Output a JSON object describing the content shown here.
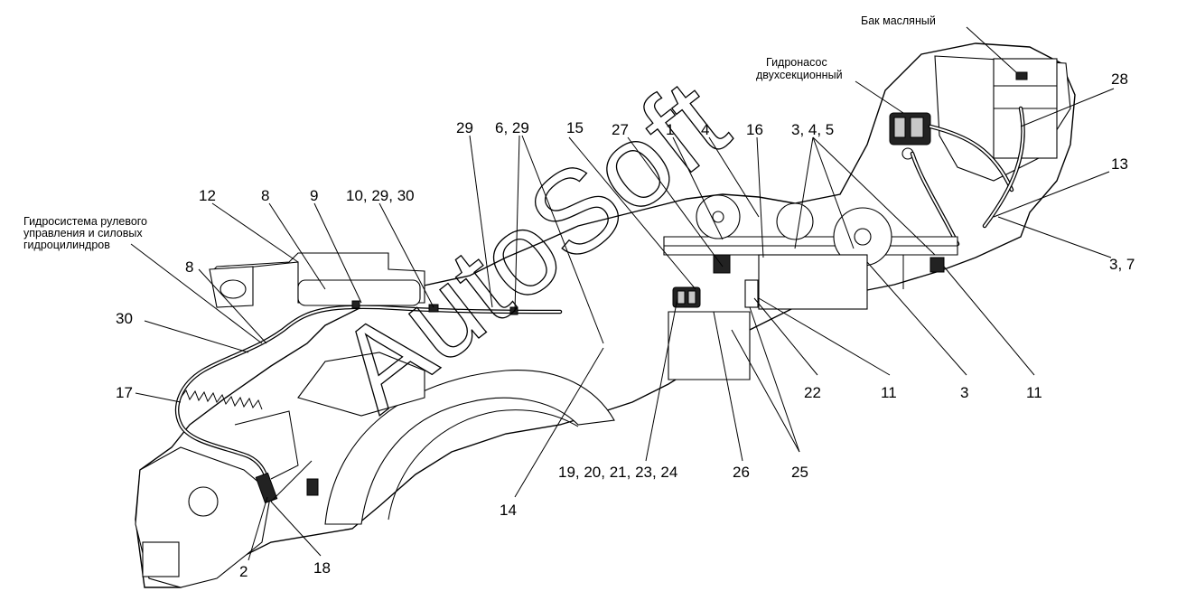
{
  "annotations": {
    "oil_tank": "Бак масляный",
    "pump_line1": "Гидронасос",
    "pump_line2": "двухсекционный",
    "steering_line1": "Гидросистема рулевого",
    "steering_line2": "управления и силовых",
    "steering_line3": "гидроцилиндров"
  },
  "watermark": "AutoSoft",
  "callouts": [
    {
      "label": "28"
    },
    {
      "label": "13"
    },
    {
      "label": "3, 7"
    },
    {
      "label": "29"
    },
    {
      "label": "6, 29"
    },
    {
      "label": "15"
    },
    {
      "label": "27"
    },
    {
      "label": "1"
    },
    {
      "label": "4"
    },
    {
      "label": "16"
    },
    {
      "label": "3, 4, 5"
    },
    {
      "label": "12"
    },
    {
      "label": "8"
    },
    {
      "label": "9"
    },
    {
      "label": "10, 29, 30"
    },
    {
      "label": "8"
    },
    {
      "label": "30"
    },
    {
      "label": "17"
    },
    {
      "label": "22"
    },
    {
      "label": "11"
    },
    {
      "label": "3"
    },
    {
      "label": "11"
    },
    {
      "label": "19, 20, 21, 23, 24"
    },
    {
      "label": "26"
    },
    {
      "label": "25"
    },
    {
      "label": "14"
    },
    {
      "label": "2"
    },
    {
      "label": "18"
    }
  ]
}
